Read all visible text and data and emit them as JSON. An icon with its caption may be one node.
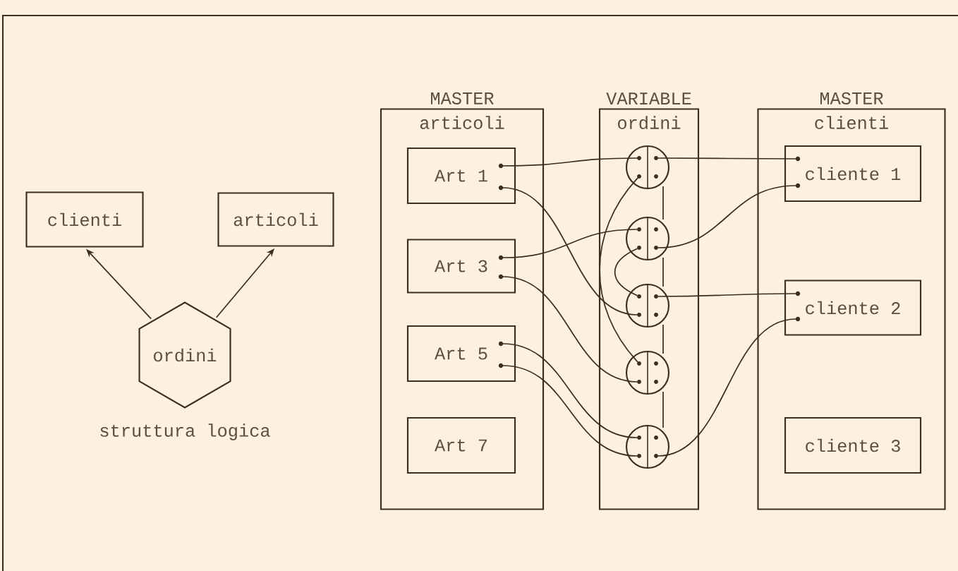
{
  "diagram": {
    "nodes": [
      {
        "text": [
          "clienti"
        ]
      },
      {
        "text": [
          "articoli"
        ]
      },
      {
        "text": [
          "ordini"
        ],
        "beside": [
          "struttura logica"
        ]
      },
      {
        "text": [
          "MASTER",
          "articoli"
        ]
      },
      {
        "text": [
          "Art 1"
        ],
        "in": 3
      },
      {
        "text": [
          "Art 3"
        ],
        "in": 3
      },
      {
        "text": [
          "Art 5"
        ],
        "in": 3
      },
      {
        "text": [
          "Art 7"
        ],
        "in": 3
      },
      {
        "text": [
          "VARIABLE",
          "ordini"
        ]
      },
      {
        "text": [],
        "shape": "circle",
        "in": 8
      },
      {
        "text": [],
        "shape": "circle",
        "in": 8
      },
      {
        "text": [],
        "shape": "circle",
        "in": 8
      },
      {
        "text": [],
        "shape": "circle",
        "in": 8
      },
      {
        "text": [],
        "shape": "circle",
        "in": 8
      },
      {
        "text": [
          "MASTER",
          "clienti"
        ]
      },
      {
        "text": [
          "cliente 1"
        ],
        "in": 14
      },
      {
        "text": [
          "cliente 2"
        ],
        "in": 14
      },
      {
        "text": [
          "cliente 3"
        ],
        "in": 14
      }
    ],
    "edges": [
      {
        "from": 2,
        "to": 0,
        "arrow": "to"
      },
      {
        "from": 2,
        "to": 1,
        "arrow": "to"
      },
      {
        "from": 4,
        "to": 9,
        "arrow": "none"
      },
      {
        "from": 4,
        "to": 11,
        "arrow": "none"
      },
      {
        "from": 5,
        "to": 10,
        "arrow": "none"
      },
      {
        "from": 5,
        "to": 12,
        "arrow": "none"
      },
      {
        "from": 6,
        "to": 13,
        "arrow": "none"
      },
      {
        "from": 6,
        "to": 13,
        "arrow": "none"
      },
      {
        "from": 9,
        "to": 15,
        "arrow": "none"
      },
      {
        "from": 10,
        "to": 15,
        "arrow": "none"
      },
      {
        "from": 11,
        "to": 16,
        "arrow": "none"
      },
      {
        "from": 13,
        "to": 16,
        "arrow": "none"
      },
      {
        "from": 9,
        "to": 10,
        "arrow": "none"
      },
      {
        "from": 10,
        "to": 11,
        "arrow": "none"
      },
      {
        "from": 11,
        "to": 12,
        "arrow": "none"
      },
      {
        "from": 12,
        "to": 13,
        "arrow": "none"
      },
      {
        "from": 9,
        "to": 12,
        "arrow": "none"
      },
      {
        "from": 10,
        "to": 11,
        "arrow": "none"
      }
    ]
  }
}
